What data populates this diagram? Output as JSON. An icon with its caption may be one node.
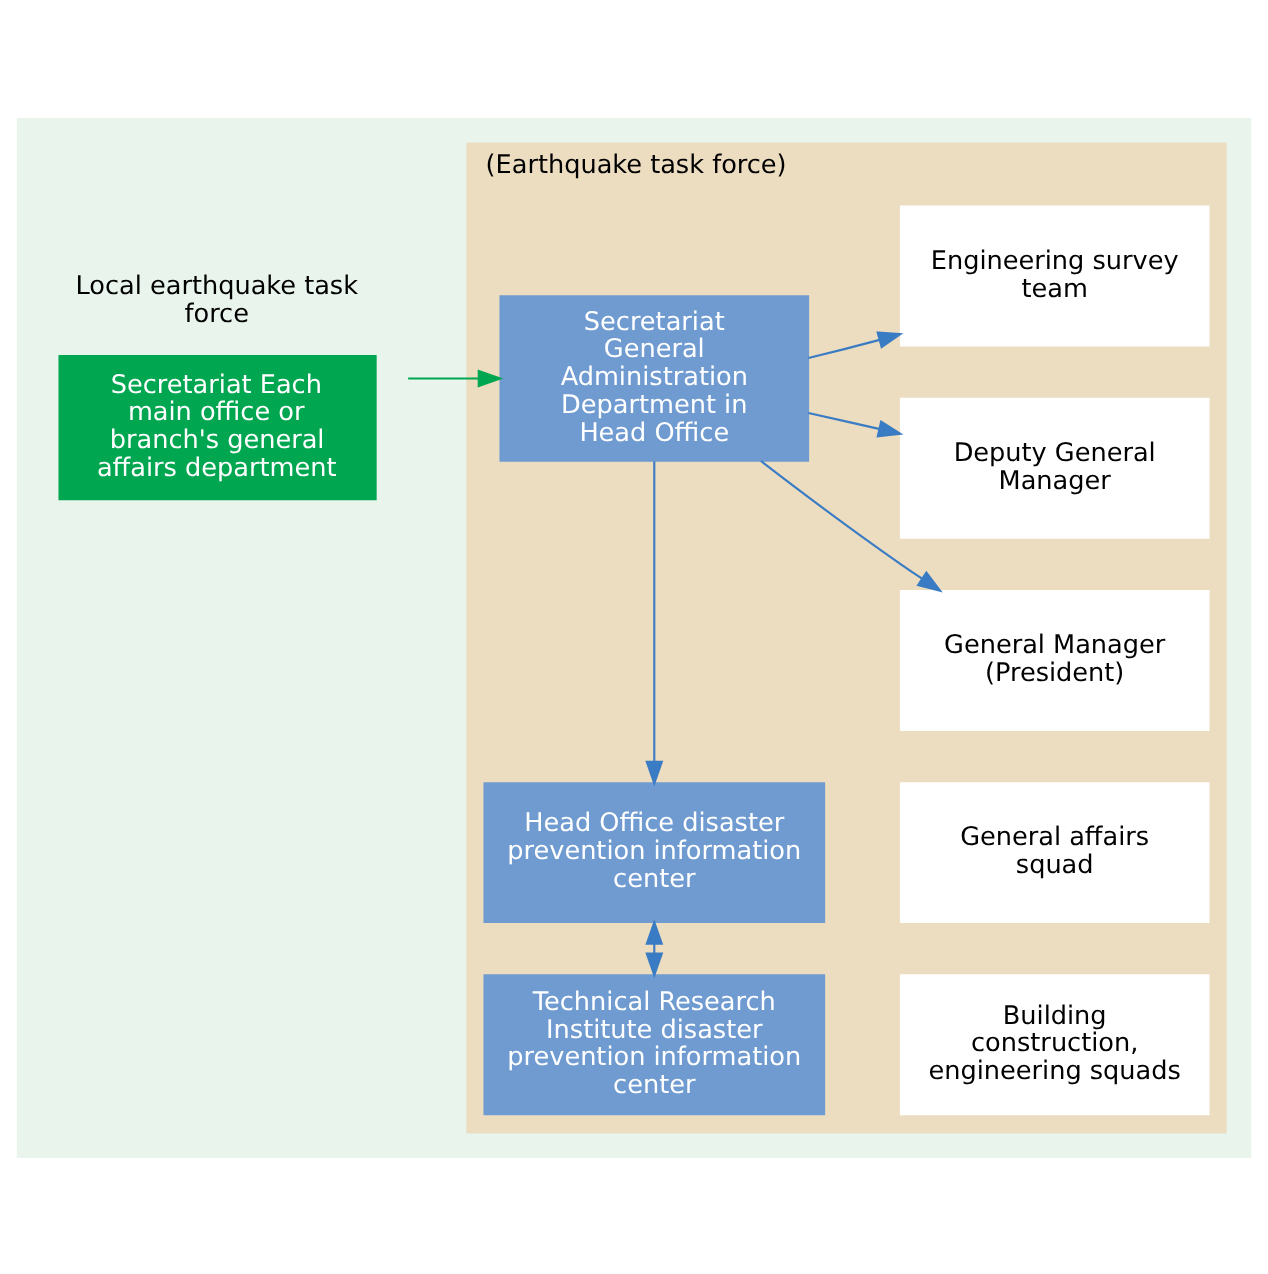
{
  "diagram": {
    "nodes": [
      {
        "text": [
          "Local earthquake task force",
          "Secretariat Each main office or branch's general affairs department"
        ]
      },
      {
        "text": [
          "(Earthquake task force)"
        ]
      },
      {
        "text": [
          "Secretariat General Administration Department in Head Office"
        ],
        "in": 1
      },
      {
        "text": [
          "General Manager (President)"
        ],
        "in": 1
      },
      {
        "text": [
          "Deputy General Manager"
        ],
        "in": 1
      },
      {
        "text": [
          "Engineering survey team"
        ],
        "in": 1
      },
      {
        "text": [
          "Head Office disaster prevention information center"
        ],
        "in": 1
      },
      {
        "text": [
          "General affairs squad"
        ],
        "in": 1
      },
      {
        "text": [
          "Technical Research Institute disaster prevention information center"
        ],
        "in": 1
      },
      {
        "text": [
          "Building construction, engineering squads"
        ],
        "in": 1
      }
    ],
    "edges": [
      {
        "from": 0,
        "to": 2,
        "arrow": "to",
        "color": "#00a650"
      },
      {
        "from": 2,
        "to": 3,
        "arrow": "to"
      },
      {
        "from": 2,
        "to": 4,
        "arrow": "to"
      },
      {
        "from": 2,
        "to": 5,
        "arrow": "to"
      },
      {
        "from": 2,
        "to": 6,
        "arrow": "to"
      },
      {
        "from": 6,
        "to": 8,
        "arrow": "both"
      }
    ]
  }
}
